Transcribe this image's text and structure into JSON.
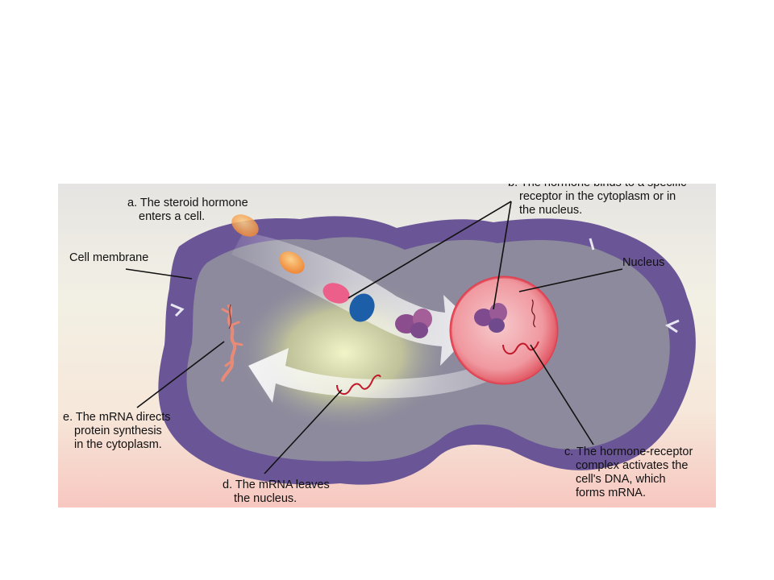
{
  "labels": {
    "a": [
      "a. The steroid hormone",
      "enters a cell."
    ],
    "b": [
      "b. The hormone binds to a specific",
      "receptor in the cytoplasm or in",
      "the nucleus."
    ],
    "cell_membrane": "Cell membrane",
    "nucleus": "Nucleus",
    "c": [
      "c. The hormone-receptor",
      "complex activates the",
      "cell's DNA, which",
      "forms mRNA."
    ],
    "d": [
      "d. The mRNA leaves",
      "the nucleus."
    ],
    "e": [
      "e. The mRNA directs",
      "protein synthesis",
      "in the cytoplasm."
    ]
  },
  "colors": {
    "cell_fill": "#6d5a9c",
    "cytoplasm": "#8f8fa0",
    "nucleus": "#e0505c",
    "hormone": "#f4a04a",
    "receptor": "#1e5fa8",
    "mrna": "#c0182a",
    "protein": "#e88a78"
  }
}
